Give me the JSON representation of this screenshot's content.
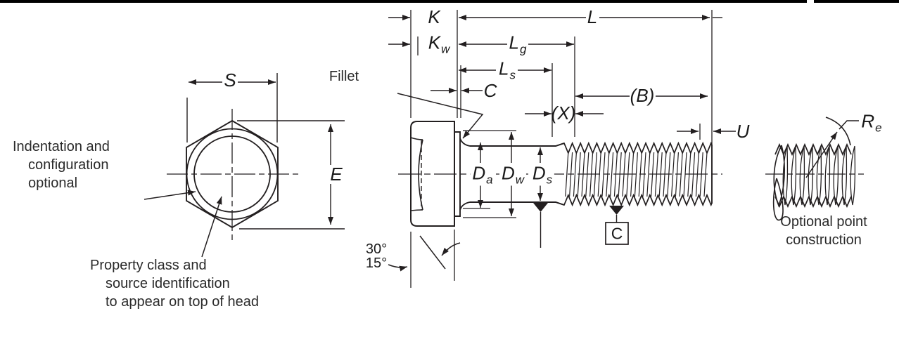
{
  "labels": {
    "k": "K",
    "kw_b": "K",
    "kw_s": "w",
    "l": "L",
    "lg_b": "L",
    "lg_s": "g",
    "ls_b": "L",
    "ls_s": "s",
    "c": "C",
    "b_paren": "(B)",
    "x_paren": "(X)",
    "u": "U",
    "s": "S",
    "e": "E",
    "da_b": "D",
    "da_s": "a",
    "dw_b": "D",
    "dw_s": "w",
    "ds_b": "D",
    "ds_s": "s",
    "re_b": "R",
    "re_s": "e",
    "datum_c": "C",
    "angle_30": "30°",
    "angle_15": "15°",
    "fillet": "Fillet"
  },
  "notes": {
    "indentation": [
      "Indentation and",
      "configuration",
      "optional"
    ],
    "property": [
      "Property class and",
      "source identification",
      "to appear on top of head"
    ],
    "optional_point": [
      "Optional point",
      "construction"
    ]
  },
  "colors": {
    "line": "#231f20",
    "bar": "#000000"
  }
}
